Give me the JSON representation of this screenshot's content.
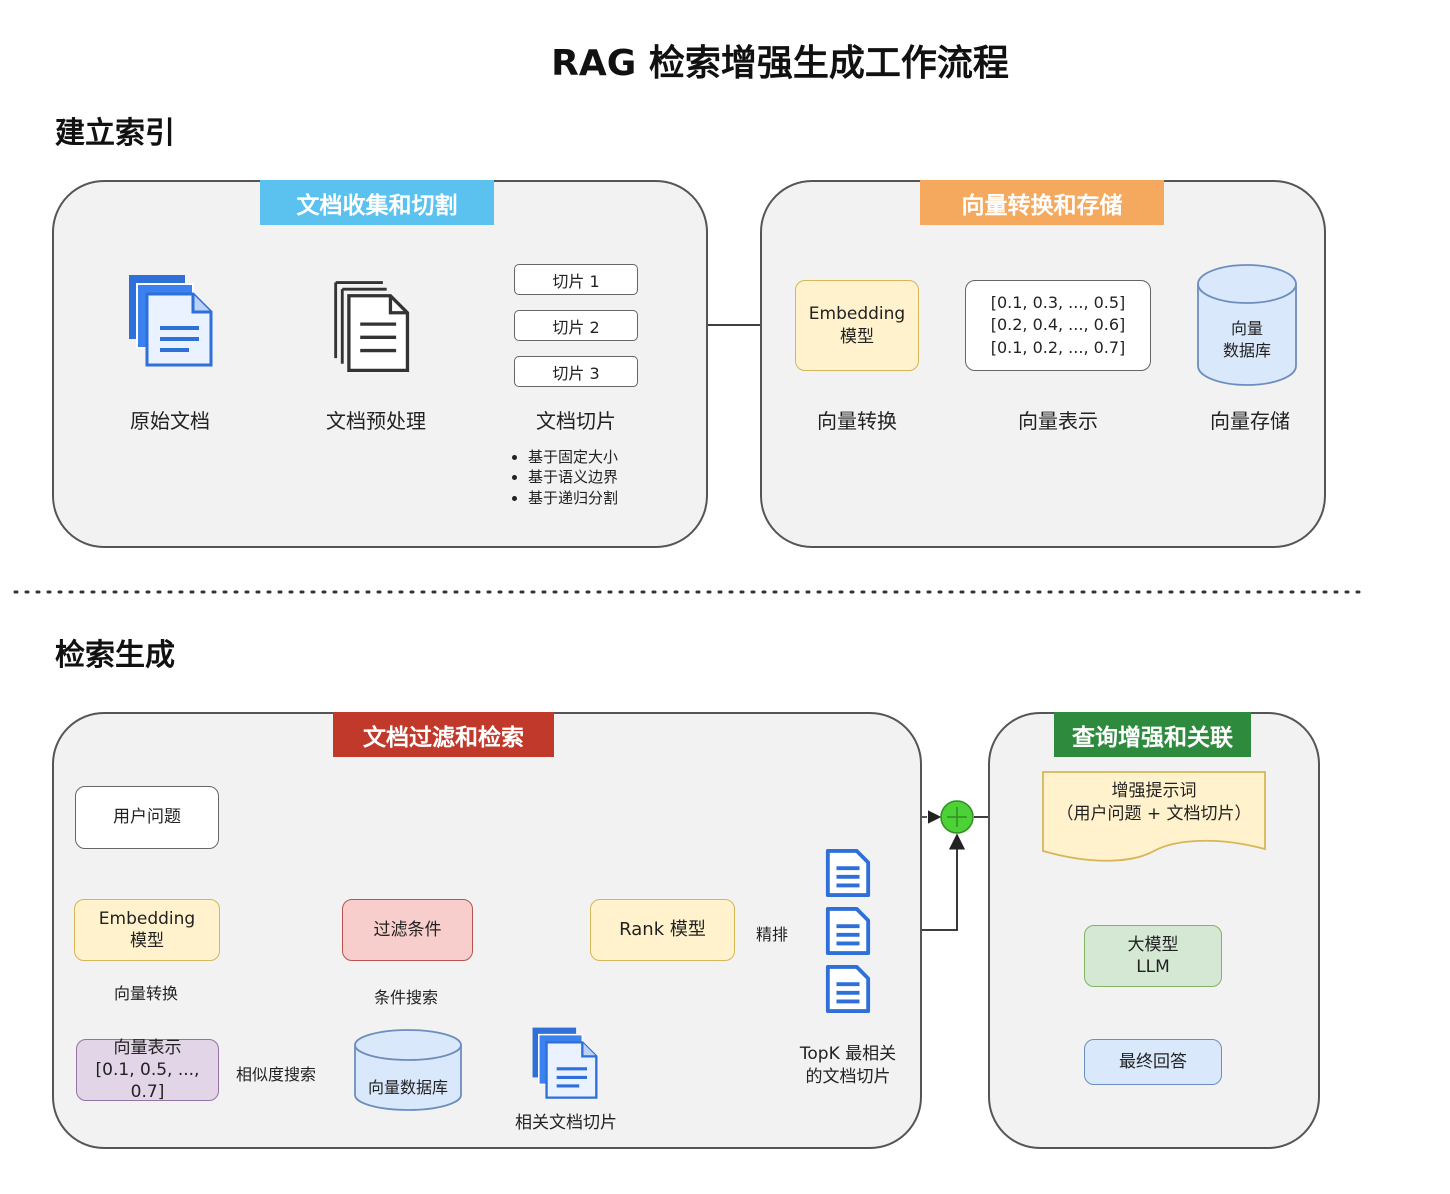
{
  "title": "RAG 检索增强生成工作流程",
  "indexing": {
    "heading": "建立索引",
    "collect_panel": {
      "title": "文档收集和切割",
      "title_color": "#5bc2ef",
      "raw_doc_label": "原始文档",
      "preprocess_label": "文档预处理",
      "chunks": [
        "切片 1",
        "切片 2",
        "切片 3"
      ],
      "chunks_label": "文档切片",
      "chunk_methods": [
        "基于固定大小",
        "基于语义边界",
        "基于递归分割"
      ]
    },
    "vector_panel": {
      "title": "向量转换和存储",
      "title_color": "#f4a95e",
      "embedding_box": [
        "Embedding",
        "模型"
      ],
      "embedding_label": "向量转换",
      "vectors": [
        "[0.1, 0.3, ..., 0.5]",
        "[0.2, 0.4, ..., 0.6]",
        "[0.1, 0.2, ..., 0.7]"
      ],
      "vectors_label": "向量表示",
      "db_text": [
        "向量",
        "数据库"
      ],
      "db_label": "向量存储"
    }
  },
  "retrieval": {
    "heading": "检索生成",
    "filter_panel": {
      "title": "文档过滤和检索",
      "title_color": "#c0392b",
      "user_question": "用户问题",
      "embedding_box": [
        "Embedding",
        "模型"
      ],
      "edge_to_vector": "向量转换",
      "vector_box": [
        "向量表示",
        "[0.1, 0.5, ..., 0.7]"
      ],
      "edge_similarity": "相似度搜索",
      "filter_box": "过滤条件",
      "edge_condition": "条件搜索",
      "db_text": "向量数据库",
      "related_chunks_label": "相关文档切片",
      "rank_box": "Rank 模型",
      "edge_rerank": "精排",
      "topk_label": [
        "TopK 最相关",
        "的文档切片"
      ]
    },
    "augment_panel": {
      "title": "查询增强和关联",
      "title_color": "#2e8b3e",
      "prompt_box": [
        "增强提示词",
        "（用户问题 + 文档切片）"
      ],
      "llm_box": [
        "大模型",
        "LLM"
      ],
      "answer_box": "最终回答"
    }
  },
  "colors": {
    "doc_blue": "#2e6fd8",
    "embed_fill": "#fff2cc",
    "embed_border": "#d6b656",
    "db_fill": "#dae8fc",
    "db_border": "#6c8ebf",
    "filter_fill": "#f8cecc",
    "filter_border": "#b85450",
    "vector_fill": "#e1d5e7",
    "vector_border": "#9673a6",
    "llm_fill": "#d5e8d4",
    "llm_border": "#82b366",
    "plus_green": "#4cd137"
  }
}
